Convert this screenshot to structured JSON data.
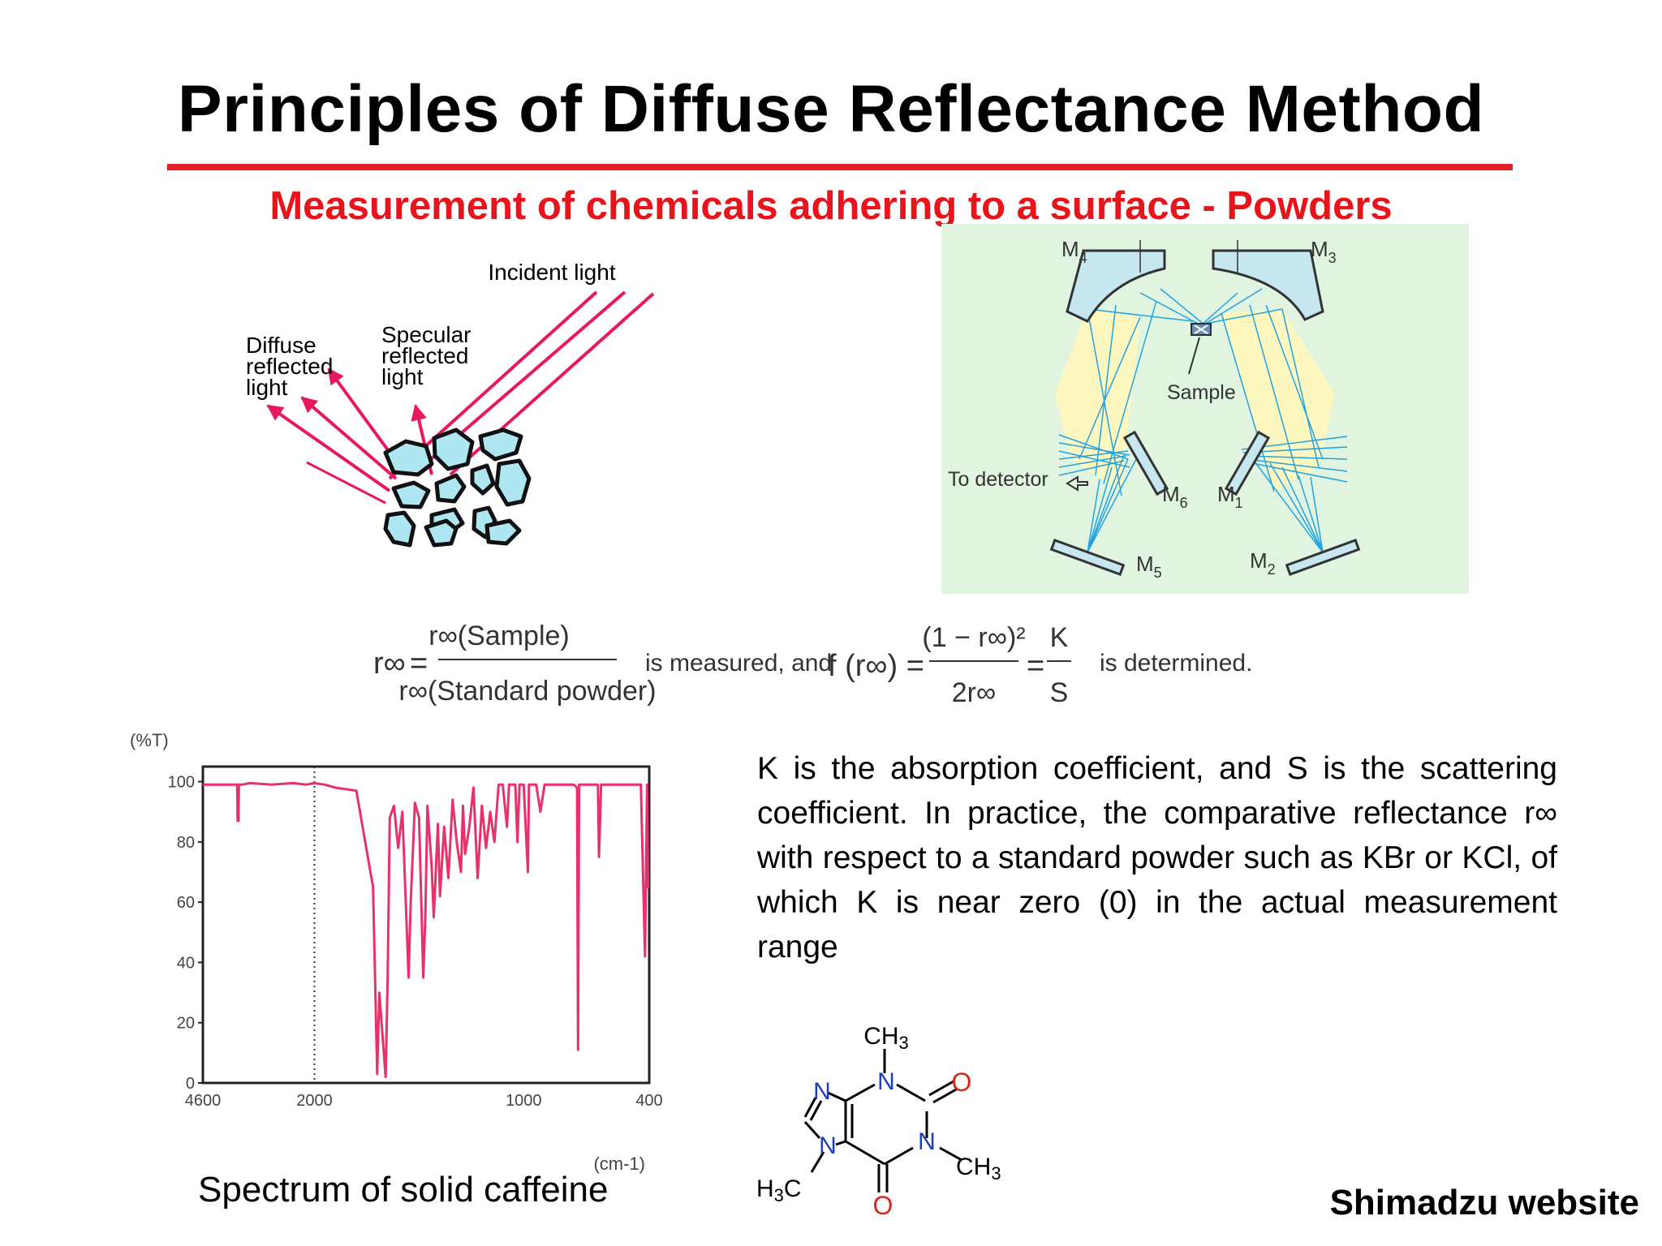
{
  "title": "Principles of Diffuse Reflectance Method",
  "subtitle": "Measurement of chemicals adhering to a surface - Powders",
  "powder_diagram": {
    "incident_label": "Incident light",
    "diffuse_label": [
      "Diffuse",
      "reflected",
      "light"
    ],
    "specular_label": [
      "Specular",
      "reflected",
      "light"
    ]
  },
  "optics_diagram": {
    "mirrors": {
      "m4": "M",
      "m4_sub": "4",
      "m3": "M",
      "m3_sub": "3",
      "m6": "M",
      "m6_sub": "6",
      "m1": "M",
      "m1_sub": "1",
      "m5": "M",
      "m5_sub": "5",
      "m2": "M",
      "m2_sub": "2"
    },
    "sample_label": "Sample",
    "detector_label": "To detector",
    "colors": {
      "background": "#e0f4e0",
      "beam": "#fff7c0",
      "ray": "#22a3e0"
    }
  },
  "equation": {
    "r_inf": "r∞",
    "num": "r∞(Sample)",
    "den": "r∞(Standard powder)",
    "measured": "is measured, and",
    "f_lhs": "f (r∞) =",
    "f_num": "(1 − r∞)²",
    "f_den": "2r∞",
    "ks_num": "K",
    "ks_den": "S",
    "determined": "is determined."
  },
  "body_text": "K is the absorption coefficient, and S is the scattering coefficient. In practice, the comparative reflectance r∞ with respect to a standard powder such as KBr or KCl, of which K is near zero (0) in the actual measurement range",
  "chart_data": {
    "type": "line",
    "title": "",
    "ylabel": "(%T)",
    "xlabel": "(cm-1)",
    "yticks": [
      "100",
      "80",
      "60",
      "40",
      "20",
      "0"
    ],
    "xticks": [
      "4600",
      "2000",
      "1000",
      "400"
    ],
    "ylim": [
      0,
      105
    ],
    "grid": false,
    "line_color": "#e8306a",
    "series": [
      {
        "x": [
          4600,
          3800,
          3790,
          3780,
          3770,
          3760,
          3700,
          3500,
          3000,
          2500,
          2200,
          2000,
          1950,
          1900,
          1800,
          1720,
          1700,
          1690,
          1660,
          1650,
          1640,
          1620,
          1600,
          1580,
          1550,
          1540,
          1520,
          1500,
          1480,
          1470,
          1460,
          1440,
          1430,
          1410,
          1400,
          1380,
          1360,
          1340,
          1320,
          1300,
          1290,
          1280,
          1260,
          1240,
          1220,
          1200,
          1180,
          1160,
          1140,
          1120,
          1100,
          1080,
          1070,
          1060,
          1040,
          1030,
          1020,
          1000,
          980,
          975,
          970,
          940,
          920,
          900,
          880,
          850,
          820,
          800,
          780,
          760,
          745,
          740,
          735,
          720,
          700,
          680,
          670,
          660,
          645,
          640,
          630,
          610,
          600,
          560,
          550,
          545,
          540,
          520,
          500,
          470,
          440,
          420,
          410,
          405,
          400
        ],
        "y": [
          99,
          99,
          87,
          99,
          87,
          99,
          99,
          99.5,
          99,
          99.5,
          99,
          99.5,
          99,
          98,
          97,
          65,
          3,
          30,
          2,
          35,
          88,
          92,
          78,
          90,
          35,
          60,
          93,
          88,
          35,
          55,
          92,
          72,
          55,
          86,
          62,
          85,
          68,
          94,
          80,
          70,
          92,
          76,
          85,
          98,
          68,
          92,
          78,
          90,
          80,
          99,
          99,
          85,
          99,
          99,
          99,
          80,
          99,
          99,
          70,
          99,
          99,
          99,
          90,
          99,
          99,
          99,
          99,
          99,
          99,
          99,
          98,
          11,
          99,
          99,
          99,
          99,
          99,
          99,
          99,
          75,
          99,
          99,
          99,
          99,
          99,
          99,
          99,
          99,
          99,
          99,
          99,
          42,
          99,
          65,
          65
        ]
      }
    ]
  },
  "chart_caption": "Spectrum of solid caffeine",
  "caffeine": {
    "ch3_top": "CH",
    "ch3_top_sub": "3",
    "ch3_right": "CH",
    "ch3_right_sub": "3",
    "h3c": "H",
    "h3c_sub": "3",
    "h3c_tail": "C",
    "atom_n": "N",
    "atom_o": "O",
    "colors": {
      "nitrogen": "#1a3eb8",
      "oxygen": "#d2281e",
      "carbon": "#000000"
    }
  },
  "source": "Shimadzu website"
}
